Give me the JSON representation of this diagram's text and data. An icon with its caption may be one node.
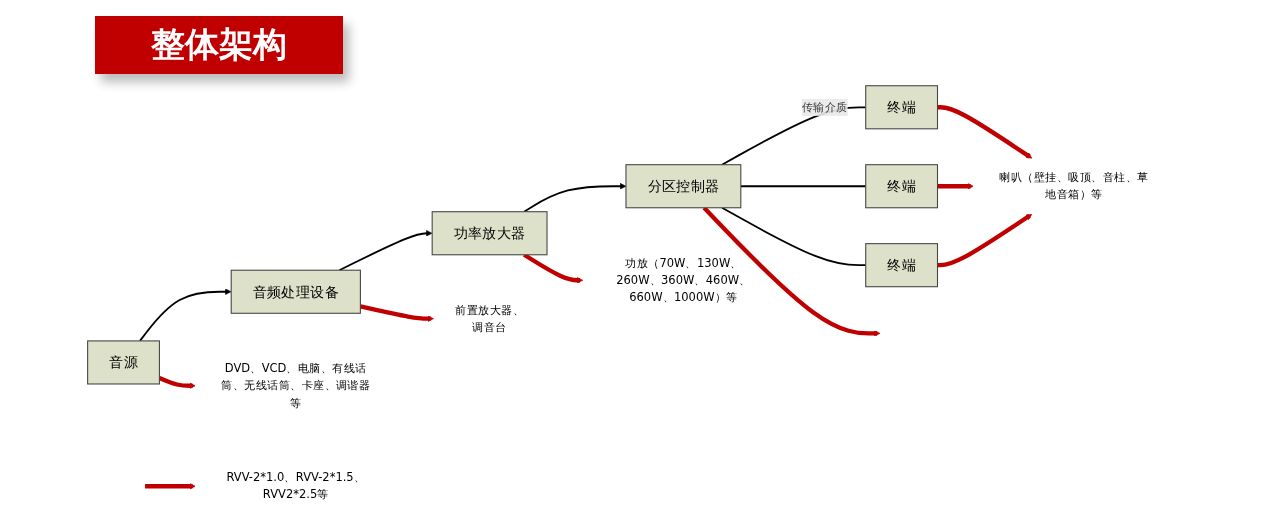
{
  "diagram": {
    "title": "整体架构",
    "nodes": [
      {
        "text": [
          "音源"
        ]
      },
      {
        "text": [
          "音频处理设备"
        ]
      },
      {
        "text": [
          "功率放大器"
        ]
      },
      {
        "text": [
          "分区控制器"
        ]
      },
      {
        "text": [
          "终端"
        ]
      },
      {
        "text": [
          "终端"
        ]
      },
      {
        "text": [
          "终端"
        ]
      },
      {
        "text": [
          "DVD、VCD、电脑、有线话筒、无线话筒、卡座、调谐器等"
        ]
      },
      {
        "text": [
          "前置放大器、",
          "调音台"
        ]
      },
      {
        "text": [
          "功放（70W、130W、260W、360W、460W、660W、1000W）等"
        ]
      },
      {
        "text": [
          "RVV-2*1.0、RVV-2*1.5、RVV2*2.5等"
        ]
      },
      {
        "text": [
          "喇叭（壁挂、吸顶、音柱、草地音箱）等"
        ]
      }
    ],
    "edges": [
      {
        "from": 0,
        "to": 1,
        "arrow": "to",
        "color": "#000000"
      },
      {
        "from": 1,
        "to": 2,
        "arrow": "to",
        "color": "#000000"
      },
      {
        "from": 2,
        "to": 3,
        "arrow": "to",
        "color": "#000000"
      },
      {
        "from": 3,
        "to": 4,
        "arrow": "none",
        "label": "传输介质",
        "color": "#000000"
      },
      {
        "from": 3,
        "to": 5,
        "arrow": "none",
        "color": "#000000"
      },
      {
        "from": 3,
        "to": 6,
        "arrow": "none",
        "color": "#000000"
      },
      {
        "from": 0,
        "to": 7,
        "arrow": "to"
      },
      {
        "from": 1,
        "to": 8,
        "arrow": "to"
      },
      {
        "from": 2,
        "to": 9,
        "arrow": "to"
      },
      {
        "from": 3,
        "to": null,
        "arrow": "to"
      },
      {
        "from": null,
        "to": 10,
        "arrow": "to"
      },
      {
        "from": 4,
        "to": 11,
        "arrow": "to"
      },
      {
        "from": 5,
        "to": 11,
        "arrow": "to"
      },
      {
        "from": 6,
        "to": 11,
        "arrow": "to"
      }
    ]
  }
}
